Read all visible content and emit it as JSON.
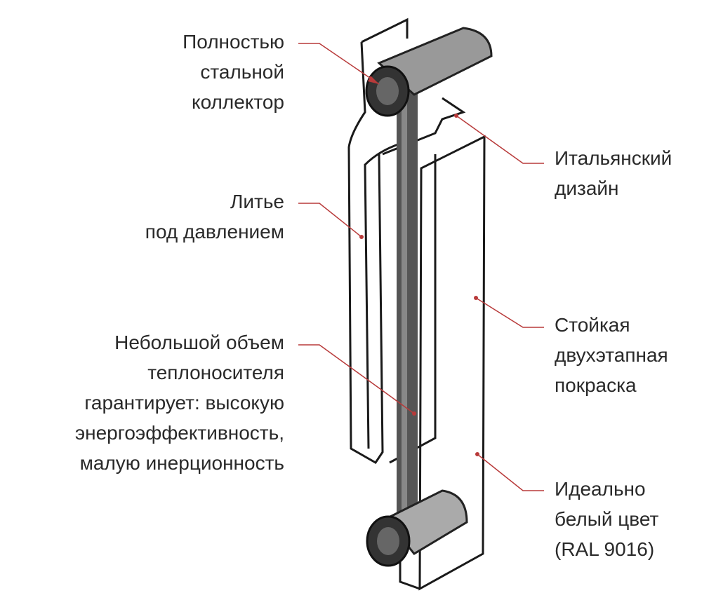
{
  "title": "Radiator features diagram",
  "colors": {
    "leader": "#b83a3a",
    "text": "#2a2a2a",
    "outline": "#1a1a1a"
  },
  "labels": {
    "collector": [
      "Полностью",
      "стальной",
      "коллектор"
    ],
    "design": [
      "Итальянский",
      "дизайн"
    ],
    "casting": [
      "Литье",
      "под давлением"
    ],
    "volume": [
      "Небольшой объем",
      "теплоносителя",
      "гарантирует: высокую",
      "энергоэффективность,",
      "малую инерционность"
    ],
    "paint": [
      "Стойкая",
      "двухэтапная",
      "покраска"
    ],
    "color": [
      "Идеально",
      "белый цвет",
      "(RAL 9016)"
    ]
  }
}
